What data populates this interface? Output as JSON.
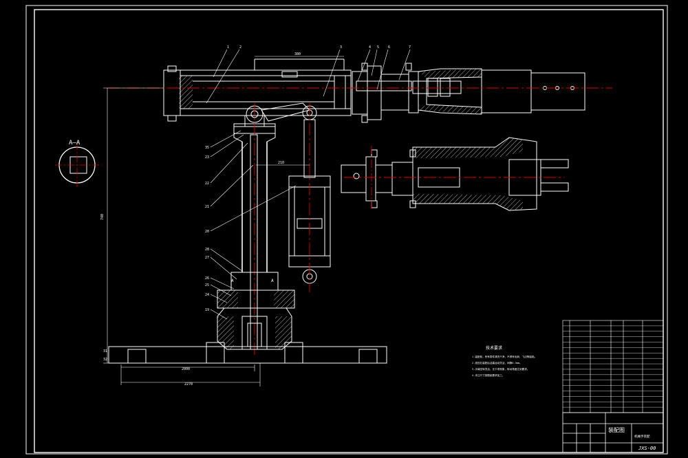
{
  "drawing": {
    "section_label": "A—A",
    "section_marker": "A",
    "drawing_number": "JXS-00",
    "dim_top": "380",
    "dim_vertical": "740",
    "dim_base_inner": "2000",
    "dim_base_outer": "2270",
    "dim_mid": "210"
  },
  "part_labels": [
    "1",
    "2",
    "3",
    "4",
    "5",
    "6",
    "7",
    "35",
    "23",
    "22",
    "21",
    "20",
    "28",
    "27",
    "26",
    "25",
    "24",
    "19",
    "31",
    "32"
  ],
  "notes": {
    "title": "技术要求",
    "lines": [
      "1.装配前，所有零件清洗干净，不得有毛刺、飞边等缺陷。",
      "2.液压缸装配后活塞运动灵活，间隙0.3mm。",
      "3.手臂回转灵活，无卡滞现象，转动角度达到要求。",
      "4.未注尺寸按图纸要求加工。"
    ]
  },
  "title_block": {
    "title": "装配图",
    "subtitle": "机械手装配",
    "rows": 17
  },
  "colors": {
    "line": "#ffffff",
    "centerline": "#e00000",
    "background": "#000000"
  }
}
